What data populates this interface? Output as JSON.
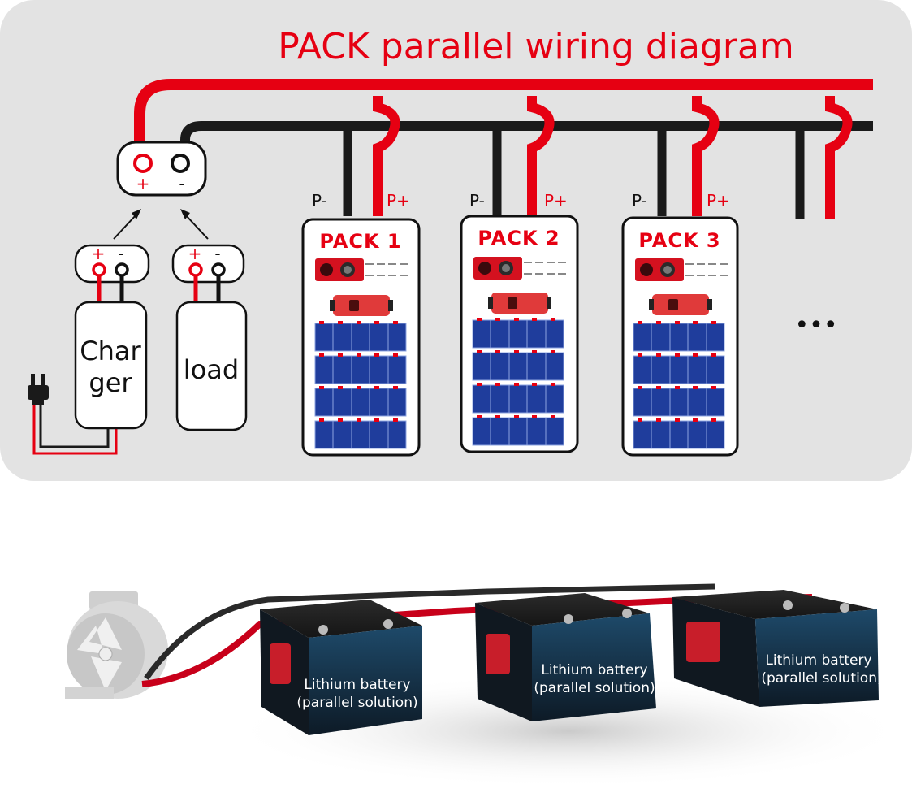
{
  "diagram": {
    "title": "PACK parallel wiring diagram",
    "terminal": {
      "plus": "+",
      "minus": "-"
    },
    "charger": {
      "label_line1": "Char",
      "label_line2": "ger",
      "plus": "+",
      "minus": "-"
    },
    "load": {
      "label": "load",
      "plus": "+",
      "minus": "-"
    },
    "packs": [
      {
        "label": "PACK 1",
        "p_minus": "P-",
        "p_plus": "P+"
      },
      {
        "label": "PACK 2",
        "p_minus": "P-",
        "p_plus": "P+"
      },
      {
        "label": "PACK 3",
        "p_minus": "P-",
        "p_plus": "P+"
      }
    ],
    "ellipsis": "•••",
    "colors": {
      "red": "#e60012",
      "black": "#1a1a1a",
      "panel": "#e3e3e3",
      "cell_blue": "#1f3d9c"
    }
  },
  "photo": {
    "batteries": [
      {
        "line1": "Lithium battery",
        "line2": "(parallel solution)"
      },
      {
        "line1": "Lithium battery",
        "line2": "(parallel solution)"
      },
      {
        "line1": "Lithium battery",
        "line2": "(parallel solution)"
      }
    ],
    "motor": "motor-icon"
  }
}
